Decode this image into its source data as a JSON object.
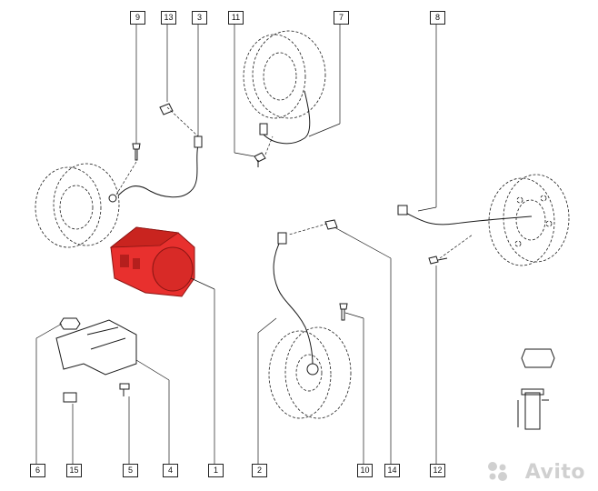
{
  "diagram": {
    "callouts": {
      "c9": "9",
      "c13": "13",
      "c3": "3",
      "c11": "11",
      "c7": "7",
      "c8": "8",
      "c6": "6",
      "c15": "15",
      "c5": "5",
      "c4": "4",
      "c1": "1",
      "c2": "2",
      "c10": "10",
      "c14": "14",
      "c12": "12"
    },
    "colors": {
      "abs_unit": "#e8302e",
      "abs_unit_dark": "#b51f1d",
      "line": "#1a1a1a"
    }
  },
  "watermark": {
    "text": "Avito",
    "icon": "avito-logo-icon"
  }
}
